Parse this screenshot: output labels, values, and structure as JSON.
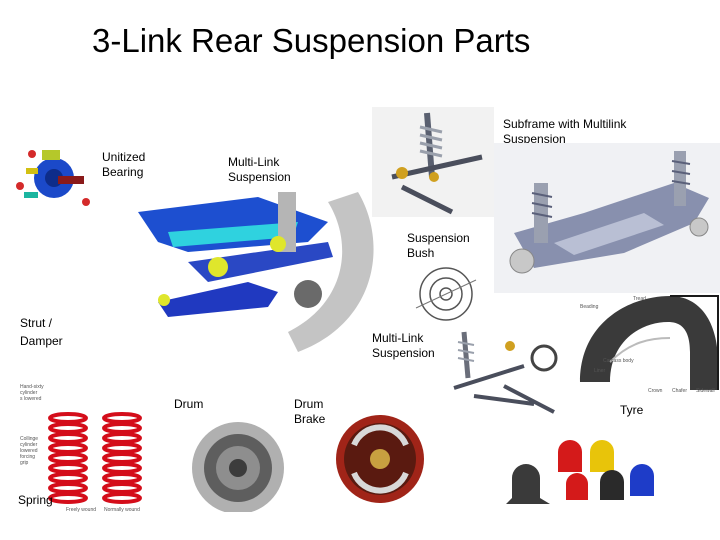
{
  "slide": {
    "title": "3-Link Rear Suspension Parts"
  },
  "labels": {
    "unitized_bearing": "Unitized\nBearing",
    "multi_link_top": "Multi-Link\nSuspension",
    "subframe": "Subframe with Multilink\nSuspension",
    "suspension_bush": "Suspension\nBush",
    "strut": "Strut /",
    "damper": "Damper",
    "multi_link_mid": "Multi-Link\nSuspension",
    "drum": "Drum",
    "drum_brake": "Drum\nBrake",
    "tyre": "Tyre",
    "spring": "Spring"
  },
  "tyre_parts": {
    "tread": "Tread",
    "beading": "Beading",
    "carcass_body": "Carcass body",
    "liner": "Liner",
    "crown": "Crown",
    "chafer": "Chafer",
    "sidewall": "Sidewall"
  },
  "spring_notes": {
    "top": "Hand-sixty\ncylinder\ns lowered",
    "mid": "Collinge\ncylinder\nlowered\nforcing\ngrip",
    "bottom_left": "Freely wound",
    "bottom_right": "Normally wound"
  },
  "colors": {
    "frame_blue": "#2244c8",
    "frame_cyan": "#22c8d8",
    "spring_red": "#d40d1a",
    "frame_grey": "#8a90a8"
  }
}
